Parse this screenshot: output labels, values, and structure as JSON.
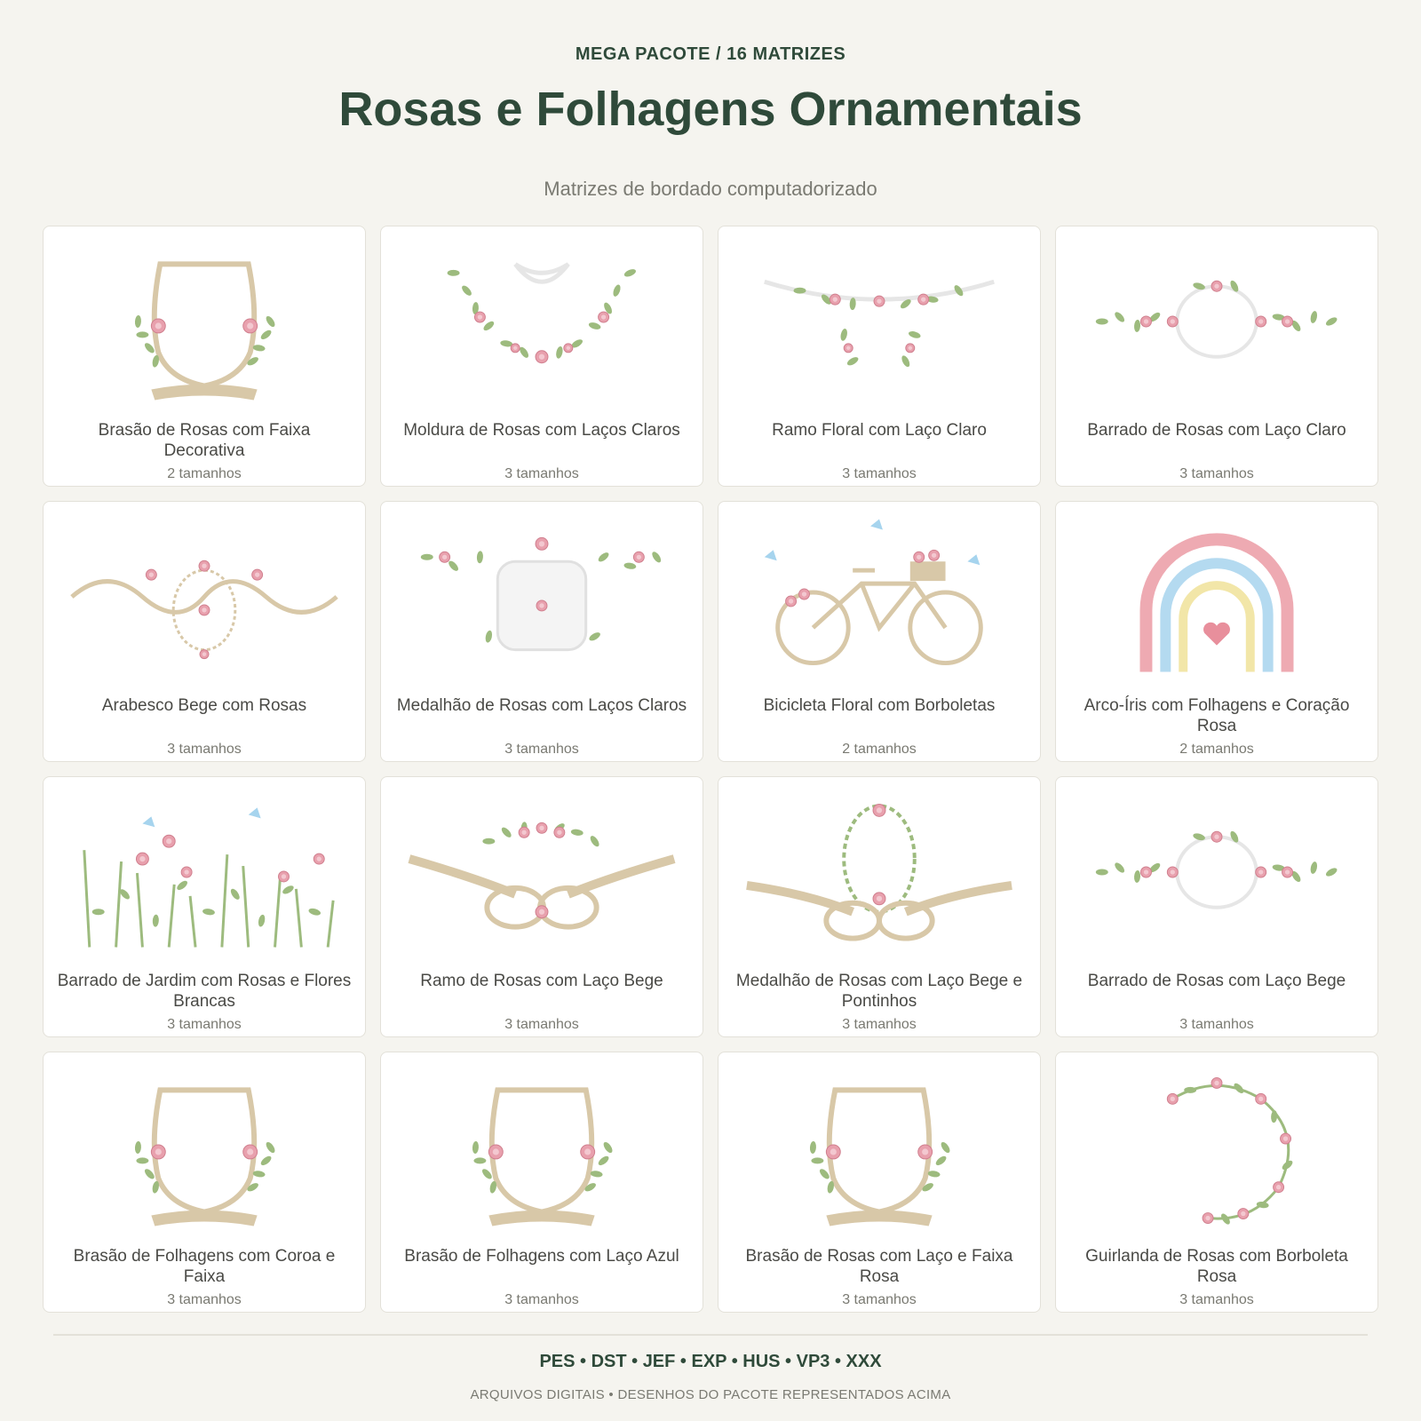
{
  "header": {
    "kicker": "MEGA PACOTE / 16 MATRIZES",
    "title": "Rosas e Folhagens Ornamentais",
    "subtitle": "Matrizes de bordado computadorizado"
  },
  "cards": [
    {
      "name": "Brasão de Rosas com Faixa Decorativa",
      "sizes": "2 tamanhos",
      "art": "crest"
    },
    {
      "name": "Moldura de Rosas com Laços Claros",
      "sizes": "3 tamanhos",
      "art": "wreath"
    },
    {
      "name": "Ramo Floral com Laço Claro",
      "sizes": "3 tamanhos",
      "art": "swag"
    },
    {
      "name": "Barrado de Rosas com Laço Claro",
      "sizes": "3 tamanhos",
      "art": "border"
    },
    {
      "name": "Arabesco Bege com Rosas",
      "sizes": "3 tamanhos",
      "art": "arabesque"
    },
    {
      "name": "Medalhão de Rosas com Laços Claros",
      "sizes": "3 tamanhos",
      "art": "medallion"
    },
    {
      "name": "Bicicleta Floral com Borboletas",
      "sizes": "2 tamanhos",
      "art": "bicycle"
    },
    {
      "name": "Arco-Íris com Folhagens e Coração Rosa",
      "sizes": "2 tamanhos",
      "art": "rainbow"
    },
    {
      "name": "Barrado de Jardim com Rosas e Flores Brancas",
      "sizes": "3 tamanhos",
      "art": "garden"
    },
    {
      "name": "Ramo de Rosas com Laço Bege",
      "sizes": "3 tamanhos",
      "art": "bow"
    },
    {
      "name": "Medalhão de Rosas com Laço Bege e Pontinhos",
      "sizes": "3 tamanhos",
      "art": "bowwreath"
    },
    {
      "name": "Barrado de Rosas com Laço Bege",
      "sizes": "3 tamanhos",
      "art": "border"
    },
    {
      "name": "Brasão de Folhagens com Coroa e Faixa",
      "sizes": "3 tamanhos",
      "art": "crest"
    },
    {
      "name": "Brasão de Folhagens com Laço Azul",
      "sizes": "3 tamanhos",
      "art": "crest"
    },
    {
      "name": "Brasão de Rosas com Laço e Faixa Rosa",
      "sizes": "3 tamanhos",
      "art": "crest"
    },
    {
      "name": "Guirlanda de Rosas com Borboleta Rosa",
      "sizes": "3 tamanhos",
      "art": "garland"
    }
  ],
  "footer": {
    "formats": "PES • DST • JEF • EXP • HUS • VP3 • XXX",
    "note": "ARQUIVOS DIGITAIS • DESENHOS DO PACOTE REPRESENTADOS ACIMA"
  },
  "colors": {
    "accent": "#2f4a3a",
    "background": "#f5f4ef",
    "rose": "#e8a0ad",
    "leaf": "#9dbb7e",
    "beige": "#d8c8a8"
  }
}
